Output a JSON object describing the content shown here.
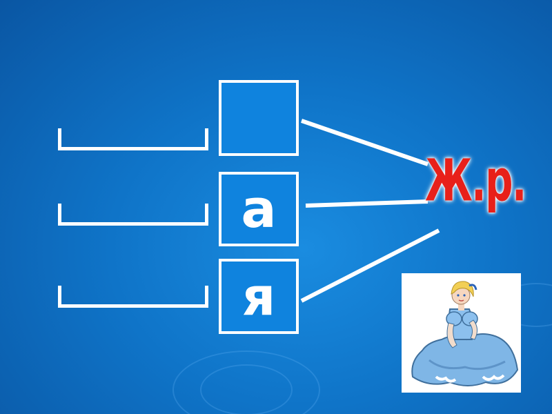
{
  "boxes": [
    {
      "letter": ""
    },
    {
      "letter": "а"
    },
    {
      "letter": "я"
    }
  ],
  "gender_label": "Ж.р.",
  "picture": {
    "icon": "princess-in-blue-gown-icon"
  },
  "colors": {
    "background": "#0f74c8",
    "box_fill": "#0f83de",
    "line": "#ffffff",
    "label": "#e8201a",
    "gown": "#7fb6e6"
  }
}
